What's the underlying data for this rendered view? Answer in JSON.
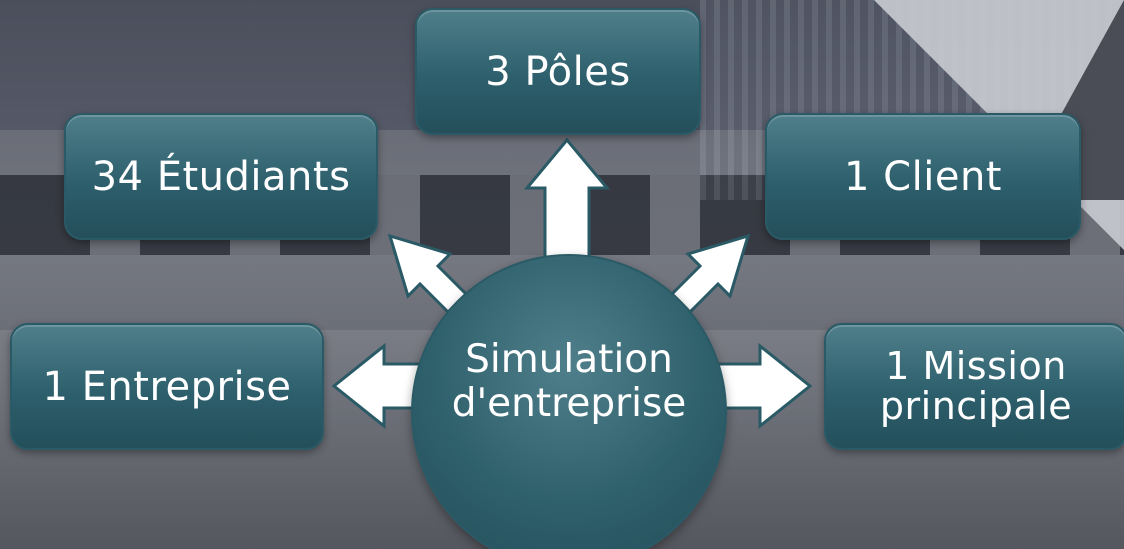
{
  "diagram": {
    "center": {
      "line1": "Simulation",
      "line2": "d'entreprise"
    },
    "nodes": {
      "poles": "3 Pôles",
      "etudiants": "34 Étudiants",
      "client": "1 Client",
      "entreprise": "1 Entreprise",
      "mission_line1": "1 Mission",
      "mission_line2": "principale"
    }
  },
  "colors": {
    "box_fill": "#2d5f6c",
    "box_border": "#2a5a66",
    "arrow_fill": "#ffffff",
    "text": "#ffffff"
  }
}
